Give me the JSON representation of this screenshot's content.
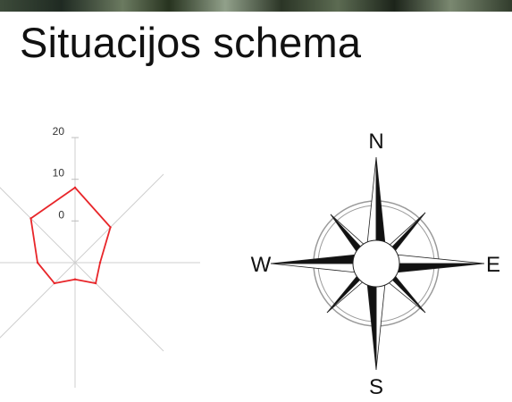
{
  "slide": {
    "title": "Situacijos schema"
  },
  "chart_data": {
    "type": "radar",
    "axes_count": 8,
    "radial_ticks": [
      "0",
      "10",
      "20"
    ],
    "rlim": [
      -10,
      20
    ],
    "grid": true,
    "series": [
      {
        "color": "#e8262a",
        "values": [
          8,
          2,
          -4,
          -3,
          -6,
          -3,
          -1,
          5
        ]
      }
    ]
  },
  "compass": {
    "north": "N",
    "east": "E",
    "south": "S",
    "west": "W"
  }
}
